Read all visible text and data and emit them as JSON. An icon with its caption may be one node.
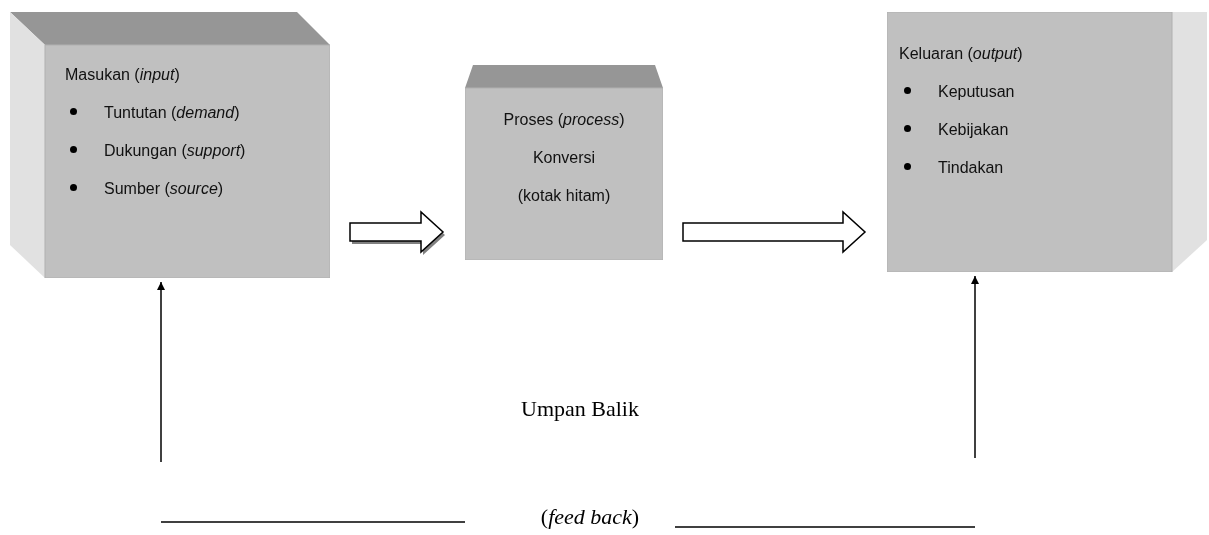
{
  "diagram": {
    "nodes": [
      {
        "text": [
          "Masukan (*input*)",
          "Tuntutan (*demand*)",
          "Dukungan (*support*)",
          "Sumber (*source*)"
        ]
      },
      {
        "text": [
          "Proses (*process*)",
          "Konversi",
          "(kotak hitam)"
        ]
      },
      {
        "text": [
          "Keluaran (*output*)",
          "Keputusan",
          "Kebijakan",
          "Tindakan"
        ]
      }
    ],
    "edges": [
      {
        "from": 0,
        "to": 1,
        "arrow": "to"
      },
      {
        "from": 1,
        "to": 2,
        "arrow": "to"
      },
      {
        "from": null,
        "to": 0,
        "arrow": "to"
      },
      {
        "from": null,
        "to": 2,
        "arrow": "to"
      }
    ],
    "labels": [
      "Umpan Balik",
      "(*feed back*)"
    ]
  }
}
